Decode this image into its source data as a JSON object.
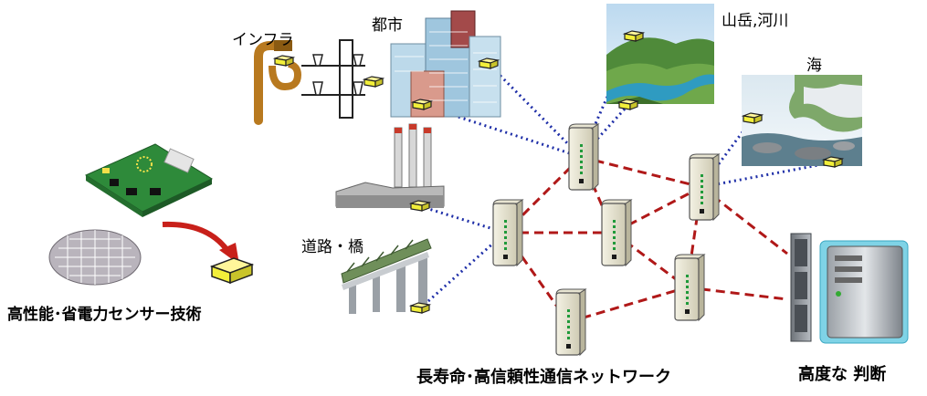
{
  "labels": {
    "infra": "インフラ",
    "city": "都市",
    "mountain_river": "山岳,河川",
    "sea": "海",
    "road_bridge": "道路・橋",
    "sensor_tech": "高性能･省電力センサー技術",
    "network": "長寿命･高信頼性通信ネットワーク",
    "judgment": "高度な 判断"
  },
  "colors": {
    "sensor": "#f2ef3a",
    "wireless_link": "#1f2fa8",
    "backbone_link": "#b01818",
    "arrow": "#c8201a"
  }
}
